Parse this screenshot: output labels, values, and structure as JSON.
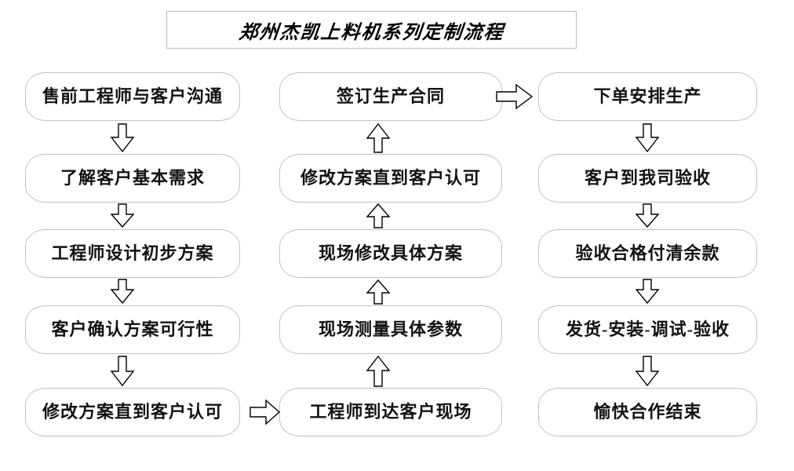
{
  "title": {
    "text": "郑州杰凯上料机系列定制流程"
  },
  "columns": [
    {
      "name": "pre-sales-column",
      "direction": "down",
      "steps": [
        {
          "label": "售前工程师与客户沟通"
        },
        {
          "label": "了解客户基本需求"
        },
        {
          "label": "工程师设计初步方案"
        },
        {
          "label": "客户确认方案可行性"
        },
        {
          "label": "修改方案直到客户认可"
        }
      ]
    },
    {
      "name": "on-site-column",
      "direction": "up",
      "steps": [
        {
          "label": "签订生产合同"
        },
        {
          "label": "修改方案直到客户认可"
        },
        {
          "label": "现场修改具体方案"
        },
        {
          "label": "现场测量具体参数"
        },
        {
          "label": "工程师到达客户现场"
        }
      ]
    },
    {
      "name": "production-column",
      "direction": "down",
      "steps": [
        {
          "label": "下单安排生产"
        },
        {
          "label": "客户到我司验收"
        },
        {
          "label": "验收合格付清余款"
        },
        {
          "label": "发货-安装-调试-验收"
        },
        {
          "label": "愉快合作结束"
        }
      ]
    }
  ],
  "connectors": {
    "col1_to_col2": {
      "name": "arrow-right-col1-col2",
      "direction": "right"
    },
    "col2_to_col3": {
      "name": "arrow-right-col2-col3",
      "direction": "right"
    }
  },
  "colors": {
    "box_border": "#c2c2c2",
    "title_border": "#b9b9b9",
    "text": "#121212",
    "arrow_stroke": "#000000",
    "background": "#ffffff"
  }
}
